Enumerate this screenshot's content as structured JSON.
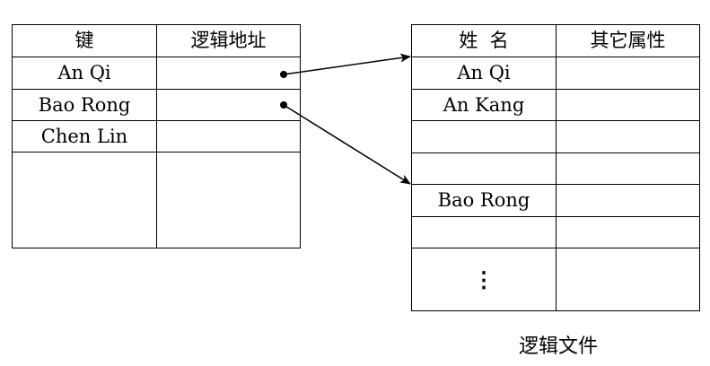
{
  "index_table": {
    "headers": [
      "键",
      "逻辑地址"
    ],
    "rows": [
      {
        "key": "An Qi"
      },
      {
        "key": "Bao Rong"
      },
      {
        "key": "Chen Lin"
      },
      {
        "key": ""
      }
    ]
  },
  "file_table": {
    "headers": [
      "姓  名",
      "其它属性"
    ],
    "rows": [
      {
        "name": "An Qi"
      },
      {
        "name": "An Kang"
      },
      {
        "name": ""
      },
      {
        "name": ""
      },
      {
        "name": "Bao Rong"
      },
      {
        "name": ""
      },
      {
        "name": "⋮"
      }
    ]
  },
  "caption": "逻辑文件"
}
